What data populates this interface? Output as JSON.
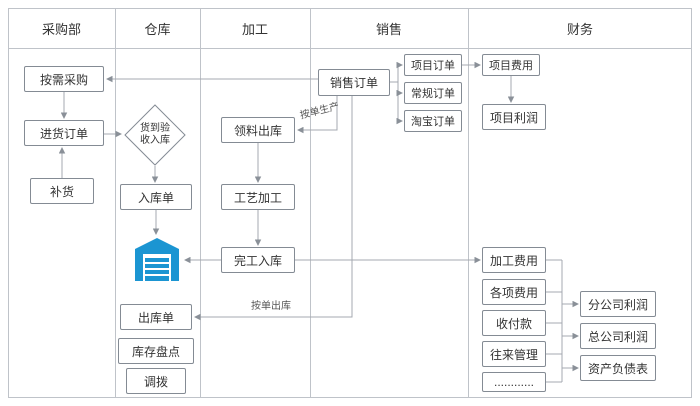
{
  "lanes": [
    {
      "label": "采购部"
    },
    {
      "label": "仓库"
    },
    {
      "label": "加工"
    },
    {
      "label": "销售"
    },
    {
      "label": "财务"
    }
  ],
  "nodes": {
    "on_demand": "按需采购",
    "purchase_order": "进货订单",
    "replenish": "补货",
    "acceptance": "货到验收入库",
    "inbound_slip": "入库单",
    "outbound_slip": "出库单",
    "stocktake": "库存盘点",
    "transfer": "调拨",
    "material_out": "领料出库",
    "craft_process": "工艺加工",
    "finish_in": "完工入库",
    "sales_order": "销售订单",
    "project_order": "项目订单",
    "regular_order": "常规订单",
    "taobao_order": "淘宝订单",
    "project_expense": "项目费用",
    "project_profit": "项目利润",
    "processing_expense": "加工费用",
    "misc_expense": "各项费用",
    "payments": "收付款",
    "contacts_mgmt": "往来管理",
    "ellipsis": "............",
    "branch_profit": "分公司利润",
    "hq_profit": "总公司利润",
    "balance_sheet": "资产负债表"
  },
  "edge_labels": {
    "produce_by_order": "按单生产",
    "ship_by_order": "按单出库"
  },
  "colors": {
    "warehouse_icon": "#1b95d2",
    "line": "#a4a9b0",
    "box_border": "#848b94",
    "frame": "#bfc3c9"
  }
}
